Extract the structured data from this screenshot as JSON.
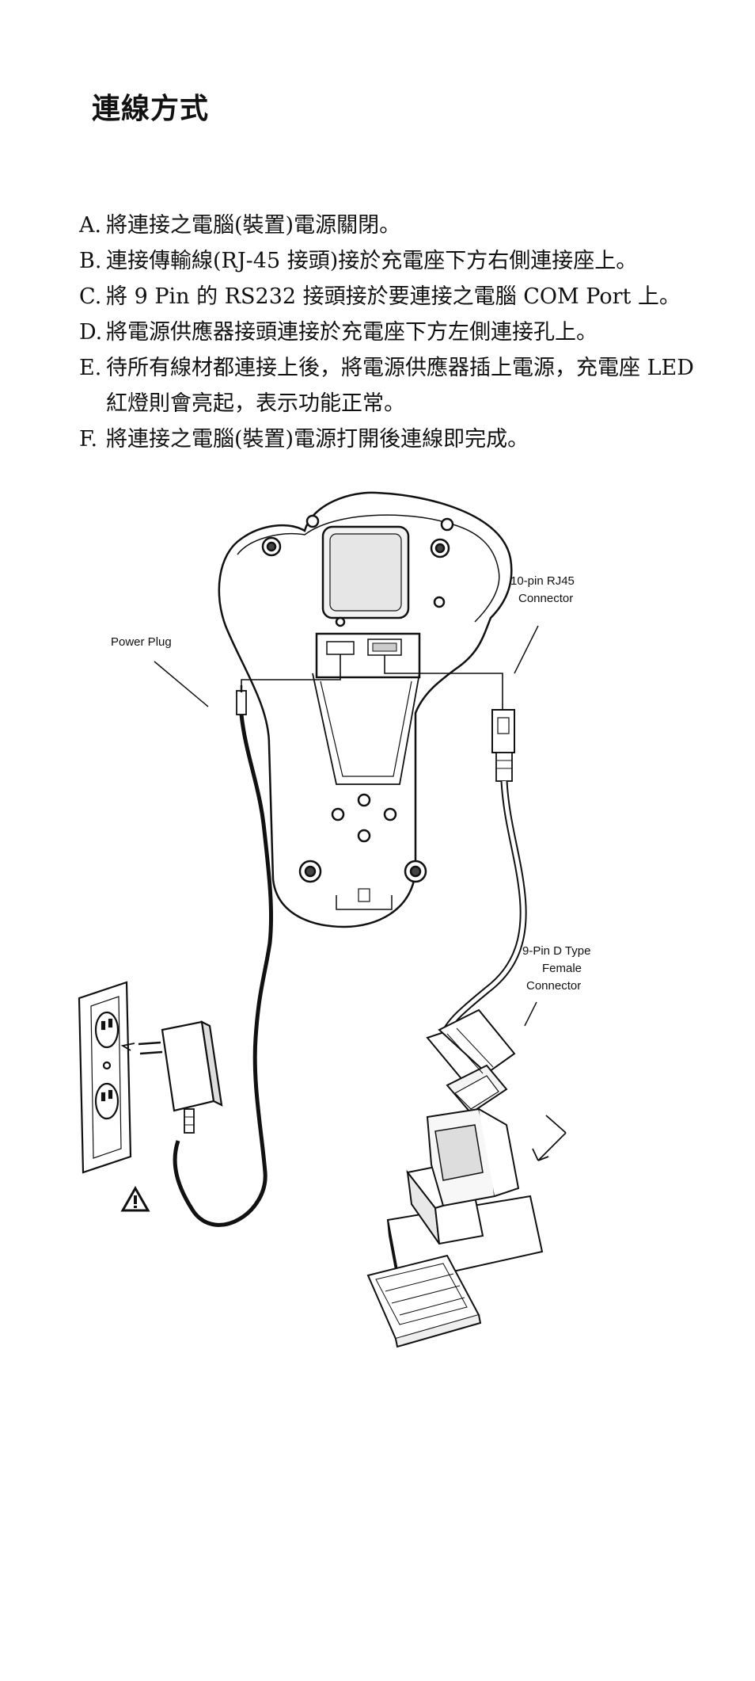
{
  "page": {
    "title": "連線方式"
  },
  "steps": [
    {
      "label": "A.",
      "text": "將連接之電腦(裝置)電源關閉。"
    },
    {
      "label": "B.",
      "text": "連接傳輸線(RJ-45 接頭)接於充電座下方右側連接座上。"
    },
    {
      "label": "C.",
      "text": "將 9 Pin 的 RS232 接頭接於要連接之電腦 COM Port 上。"
    },
    {
      "label": "D.",
      "text": "將電源供應器接頭連接於充電座下方左側連接孔上。"
    },
    {
      "label": "E.",
      "text": "待所有線材都連接上後，將電源供應器插上電源，充電座 LED 紅燈則會亮起，表示功能正常。"
    },
    {
      "label": "F.",
      "text": "將連接之電腦(裝置)電源打開後連線即完成。"
    }
  ],
  "figure": {
    "callouts": {
      "rj45_line1": "10-pin RJ45",
      "rj45_line2": "Connector",
      "power_plug": "Power Plug",
      "dtype_line1": "9-Pin D Type",
      "dtype_line2": "Female",
      "dtype_line3": "Connector"
    },
    "icons": [
      "charging-cradle",
      "power-adapter",
      "wall-outlet",
      "warning-triangle",
      "rj45-plug",
      "db9-connector",
      "desktop-computer"
    ]
  }
}
